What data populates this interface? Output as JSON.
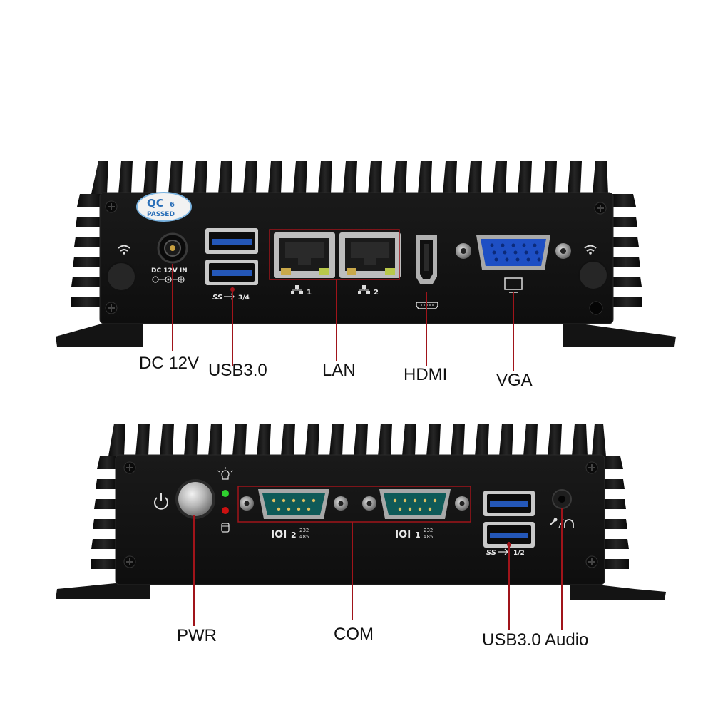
{
  "badge": {
    "top": "QC",
    "num": "6",
    "bottom": "PASSED"
  },
  "top_panel": {
    "dc_mark": "DC 12V IN",
    "usb_mark": "3/4",
    "lan1": "1",
    "lan2": "2"
  },
  "bottom_panel": {
    "com2_a": "IOI",
    "com2_b": "2",
    "com2_c": "232",
    "com2_d": "485",
    "com1_a": "IOI",
    "com1_b": "1",
    "com1_c": "232",
    "com1_d": "485",
    "usb_mark": "1/2"
  },
  "callouts": {
    "dc12v": "DC 12V",
    "usb_top": "USB3.0",
    "lan": "LAN",
    "hdmi": "HDMI",
    "vga": "VGA",
    "pwr": "PWR",
    "com": "COM",
    "usb_bottom": "USB3.0",
    "audio": "Audio"
  },
  "colors": {
    "chassis": "#121212",
    "leader": "#a0141a",
    "usb_blue": "#2457b8",
    "vga_blue": "#1e4fc4",
    "db9_teal": "#0f5a58",
    "led_green": "#2fd02f",
    "led_red": "#cc1111"
  }
}
